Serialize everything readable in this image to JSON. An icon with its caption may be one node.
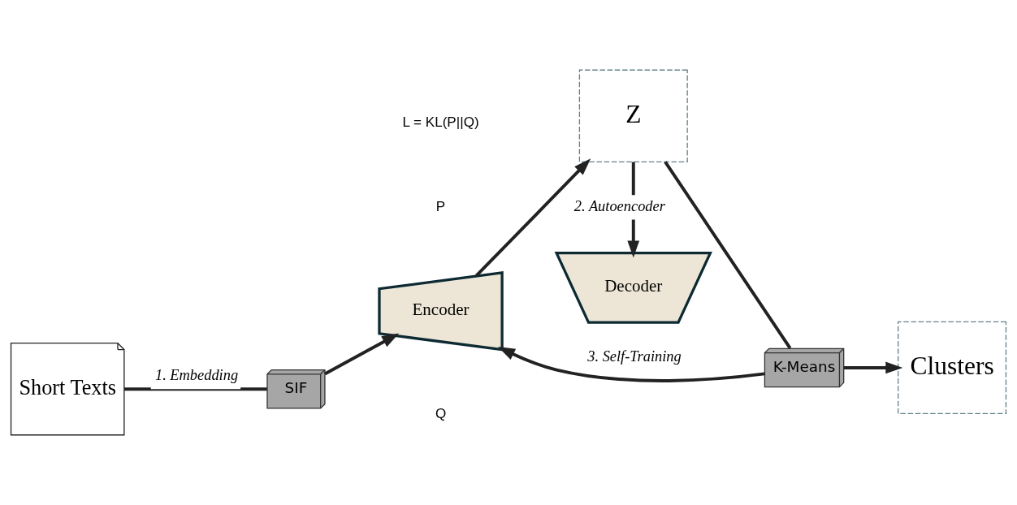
{
  "diagram": {
    "nodes": [
      {
        "text": [
          "Short Texts"
        ]
      },
      {
        "text": [
          "SIF"
        ]
      },
      {
        "text": [
          "Encoder"
        ]
      },
      {
        "text": [
          "Decoder"
        ]
      },
      {
        "text": [
          "Z"
        ]
      },
      {
        "text": [
          "K-Means"
        ]
      },
      {
        "text": [
          "Clusters"
        ]
      }
    ],
    "edges": [
      {
        "from": 0,
        "to": 1,
        "arrow": "none",
        "label": "1. Embedding"
      },
      {
        "from": 1,
        "to": 2,
        "arrow": "to"
      },
      {
        "from": 2,
        "to": 4,
        "arrow": "to"
      },
      {
        "from": 4,
        "to": 3,
        "arrow": "to",
        "label": "2. Autoencoder"
      },
      {
        "from": 4,
        "to": 5,
        "arrow": "none"
      },
      {
        "from": 5,
        "to": 6,
        "arrow": "to"
      },
      {
        "from": 5,
        "to": 2,
        "arrow": "to",
        "label": "3. Self-Training"
      }
    ],
    "labels": [
      "Q",
      "P",
      "L = KL(P||Q)"
    ]
  }
}
